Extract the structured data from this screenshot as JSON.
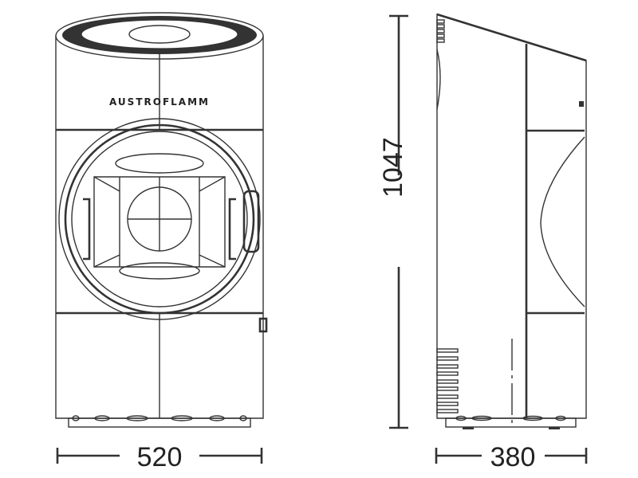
{
  "brand": "AUSTROFLAMM",
  "dimensions": {
    "width": "520",
    "height": "1047",
    "depth": "380"
  },
  "colors": {
    "line": "#333333",
    "background": "#ffffff"
  }
}
